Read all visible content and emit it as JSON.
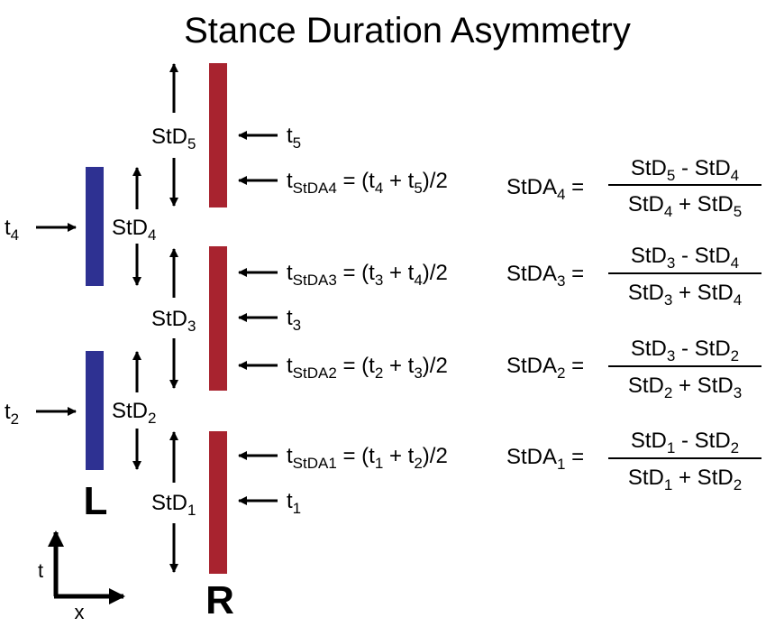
{
  "title": "Stance Duration Asymmetry",
  "colors": {
    "left_bar": "#2e3192",
    "right_bar": "#a8232f",
    "ink": "#000000"
  },
  "foot_labels": {
    "left": "L",
    "right": "R"
  },
  "axes": {
    "vertical": "t",
    "horizontal": "x"
  },
  "stance_labels": {
    "StD1": {
      "main": "StD",
      "sub": "1"
    },
    "StD2": {
      "main": "StD",
      "sub": "2"
    },
    "StD3": {
      "main": "StD",
      "sub": "3"
    },
    "StD4": {
      "main": "StD",
      "sub": "4"
    },
    "StD5": {
      "main": "StD",
      "sub": "5"
    }
  },
  "time_labels": {
    "t1": {
      "main": "t",
      "sub": "1"
    },
    "t2": {
      "main": "t",
      "sub": "2"
    },
    "t3": {
      "main": "t",
      "sub": "3"
    },
    "t4": {
      "main": "t",
      "sub": "4"
    },
    "t5": {
      "main": "t",
      "sub": "5"
    }
  },
  "midpoint_formulas": {
    "m4": {
      "sub": "StDA4",
      "a": "4",
      "b": "5"
    },
    "m3": {
      "sub": "StDA3",
      "a": "3",
      "b": "4"
    },
    "m2": {
      "sub": "StDA2",
      "a": "2",
      "b": "3"
    },
    "m1": {
      "sub": "StDA1",
      "a": "1",
      "b": "2"
    }
  },
  "formula_text": {
    "t": "t",
    "eq_open": " = (t",
    "plus_t": " + t",
    "close": ")/2"
  },
  "asymmetry_formulas": {
    "a4": {
      "lhs_sub": "4",
      "num_a": "5",
      "num_b": "4",
      "den_a": "4",
      "den_b": "5"
    },
    "a3": {
      "lhs_sub": "3",
      "num_a": "3",
      "num_b": "4",
      "den_a": "3",
      "den_b": "4"
    },
    "a2": {
      "lhs_sub": "2",
      "num_a": "3",
      "num_b": "2",
      "den_a": "2",
      "den_b": "3"
    },
    "a1": {
      "lhs_sub": "1",
      "num_a": "1",
      "num_b": "2",
      "den_a": "1",
      "den_b": "2"
    }
  },
  "asym_text": {
    "lhs": "StDA",
    "eq": " =",
    "std": "StD",
    "minus": " - StD",
    "plus": " + StD"
  }
}
